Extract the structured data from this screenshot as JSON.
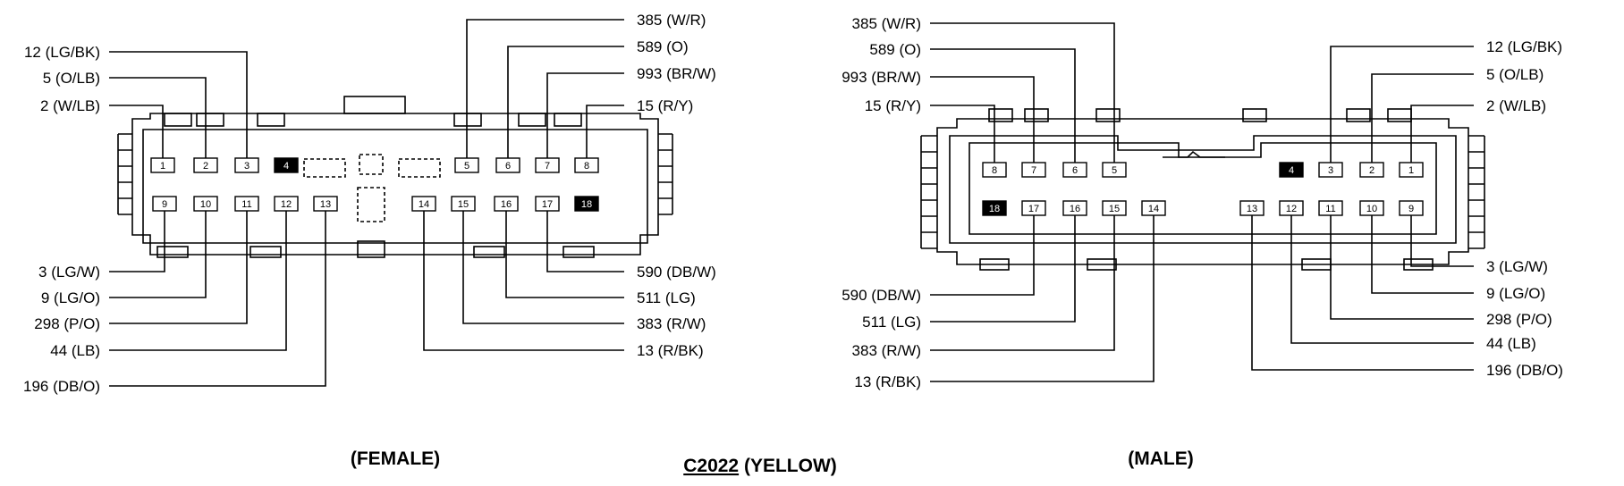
{
  "title": {
    "code": "C2022",
    "color": "(YELLOW)"
  },
  "female": {
    "caption": "(FEMALE)",
    "pins": [
      {
        "n": "1",
        "dark": false,
        "label": "2 (W/LB)"
      },
      {
        "n": "2",
        "dark": false,
        "label": "5 (O/LB)"
      },
      {
        "n": "3",
        "dark": false,
        "label": "12 (LG/BK)"
      },
      {
        "n": "4",
        "dark": true,
        "label": ""
      },
      {
        "n": "5",
        "dark": false,
        "label": "385 (W/R)"
      },
      {
        "n": "6",
        "dark": false,
        "label": "589 (O)"
      },
      {
        "n": "7",
        "dark": false,
        "label": "993 (BR/W)"
      },
      {
        "n": "8",
        "dark": false,
        "label": "15 (R/Y)"
      },
      {
        "n": "9",
        "dark": false,
        "label": "3 (LG/W)"
      },
      {
        "n": "10",
        "dark": false,
        "label": "9 (LG/O)"
      },
      {
        "n": "11",
        "dark": false,
        "label": "298 (P/O)"
      },
      {
        "n": "12",
        "dark": false,
        "label": "44 (LB)"
      },
      {
        "n": "13",
        "dark": false,
        "label": "196 (DB/O)"
      },
      {
        "n": "14",
        "dark": false,
        "label": "13 (R/BK)"
      },
      {
        "n": "15",
        "dark": false,
        "label": "383 (R/W)"
      },
      {
        "n": "16",
        "dark": false,
        "label": "511 (LG)"
      },
      {
        "n": "17",
        "dark": false,
        "label": "590 (DB/W)"
      },
      {
        "n": "18",
        "dark": true,
        "label": ""
      }
    ]
  },
  "male": {
    "caption": "(MALE)",
    "pins": [
      {
        "n": "1",
        "dark": false,
        "label": "2 (W/LB)"
      },
      {
        "n": "2",
        "dark": false,
        "label": "5 (O/LB)"
      },
      {
        "n": "3",
        "dark": false,
        "label": "12 (LG/BK)"
      },
      {
        "n": "4",
        "dark": true,
        "label": ""
      },
      {
        "n": "5",
        "dark": false,
        "label": "385 (W/R)"
      },
      {
        "n": "6",
        "dark": false,
        "label": "589 (O)"
      },
      {
        "n": "7",
        "dark": false,
        "label": "993 (BR/W)"
      },
      {
        "n": "8",
        "dark": false,
        "label": "15 (R/Y)"
      },
      {
        "n": "9",
        "dark": false,
        "label": "3 (LG/W)"
      },
      {
        "n": "10",
        "dark": false,
        "label": "9 (LG/O)"
      },
      {
        "n": "11",
        "dark": false,
        "label": "298 (P/O)"
      },
      {
        "n": "12",
        "dark": false,
        "label": "44 (LB)"
      },
      {
        "n": "13",
        "dark": false,
        "label": "196 (DB/O)"
      },
      {
        "n": "14",
        "dark": false,
        "label": "13 (R/BK)"
      },
      {
        "n": "15",
        "dark": false,
        "label": "383 (R/W)"
      },
      {
        "n": "16",
        "dark": false,
        "label": "511 (LG)"
      },
      {
        "n": "17",
        "dark": false,
        "label": "590 (DB/W)"
      },
      {
        "n": "18",
        "dark": true,
        "label": ""
      }
    ]
  }
}
